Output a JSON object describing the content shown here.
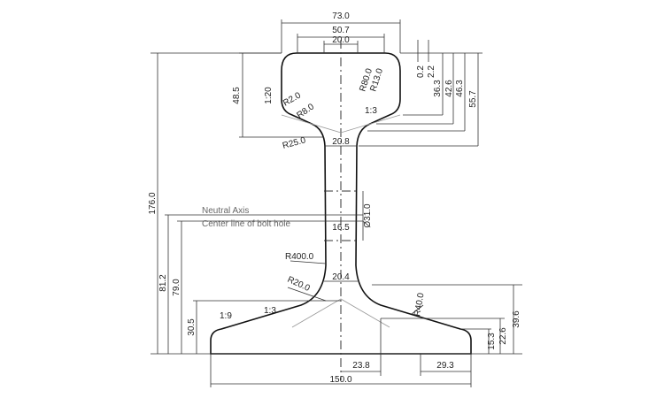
{
  "drawing": {
    "labels": {
      "neutral_axis": "Neutral Axis",
      "bolt_hole_line": "Center line of bolt hole"
    },
    "dimensions": {
      "head_width": "73.0",
      "head_mid_width": "50.7",
      "head_flat_width": "20.0",
      "head_height": "48.5",
      "head_taper": "1:20",
      "r2": "R2.0",
      "r8": "R8.0",
      "r80": "R80.0",
      "r13": "R13.0",
      "head_underside_slope": "1:3",
      "r25": "R25.0",
      "web_top_width": "20.8",
      "d_0_2": "0.2",
      "d_2_2": "2.2",
      "d_36_3": "36.3",
      "d_42_6": "42.6",
      "d_46_3": "46.3",
      "d_55_7": "55.7",
      "total_height": "176.0",
      "bolt_hole_dia": "Ø31.0",
      "web_mid_width": "16.5",
      "r400": "R400.0",
      "r20": "R20.0",
      "web_bottom_width": "20.4",
      "neutral_axis_height": "81.2",
      "bolt_hole_height": "79.0",
      "base_flange_height": "30.5",
      "base_slope_1_9": "1:9",
      "base_slope_1_3": "1:3",
      "r40": "R40.0",
      "d_39_6": "39.6",
      "d_22_6": "22.6",
      "d_15_3": "15.3",
      "d_23_8": "23.8",
      "d_29_3": "29.3",
      "base_width": "150.0"
    }
  }
}
